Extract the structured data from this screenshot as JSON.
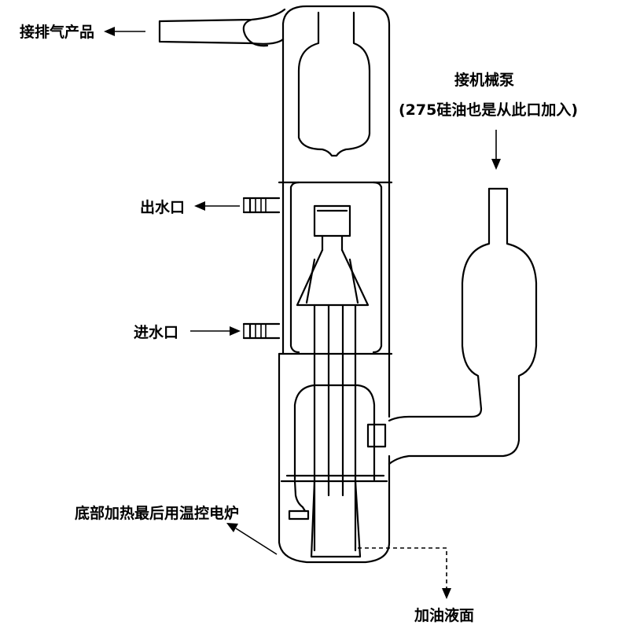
{
  "labels": {
    "exhaust": "接排气产品",
    "pump_line1": "接机械泵",
    "pump_line2": "(275硅油也是从此口加入)",
    "water_out": "出水口",
    "water_in": "进水口",
    "heater": "底部加热最后用温控电炉",
    "oil_level": "加油液面"
  },
  "colors": {
    "stroke": "#000000",
    "background": "#ffffff"
  }
}
